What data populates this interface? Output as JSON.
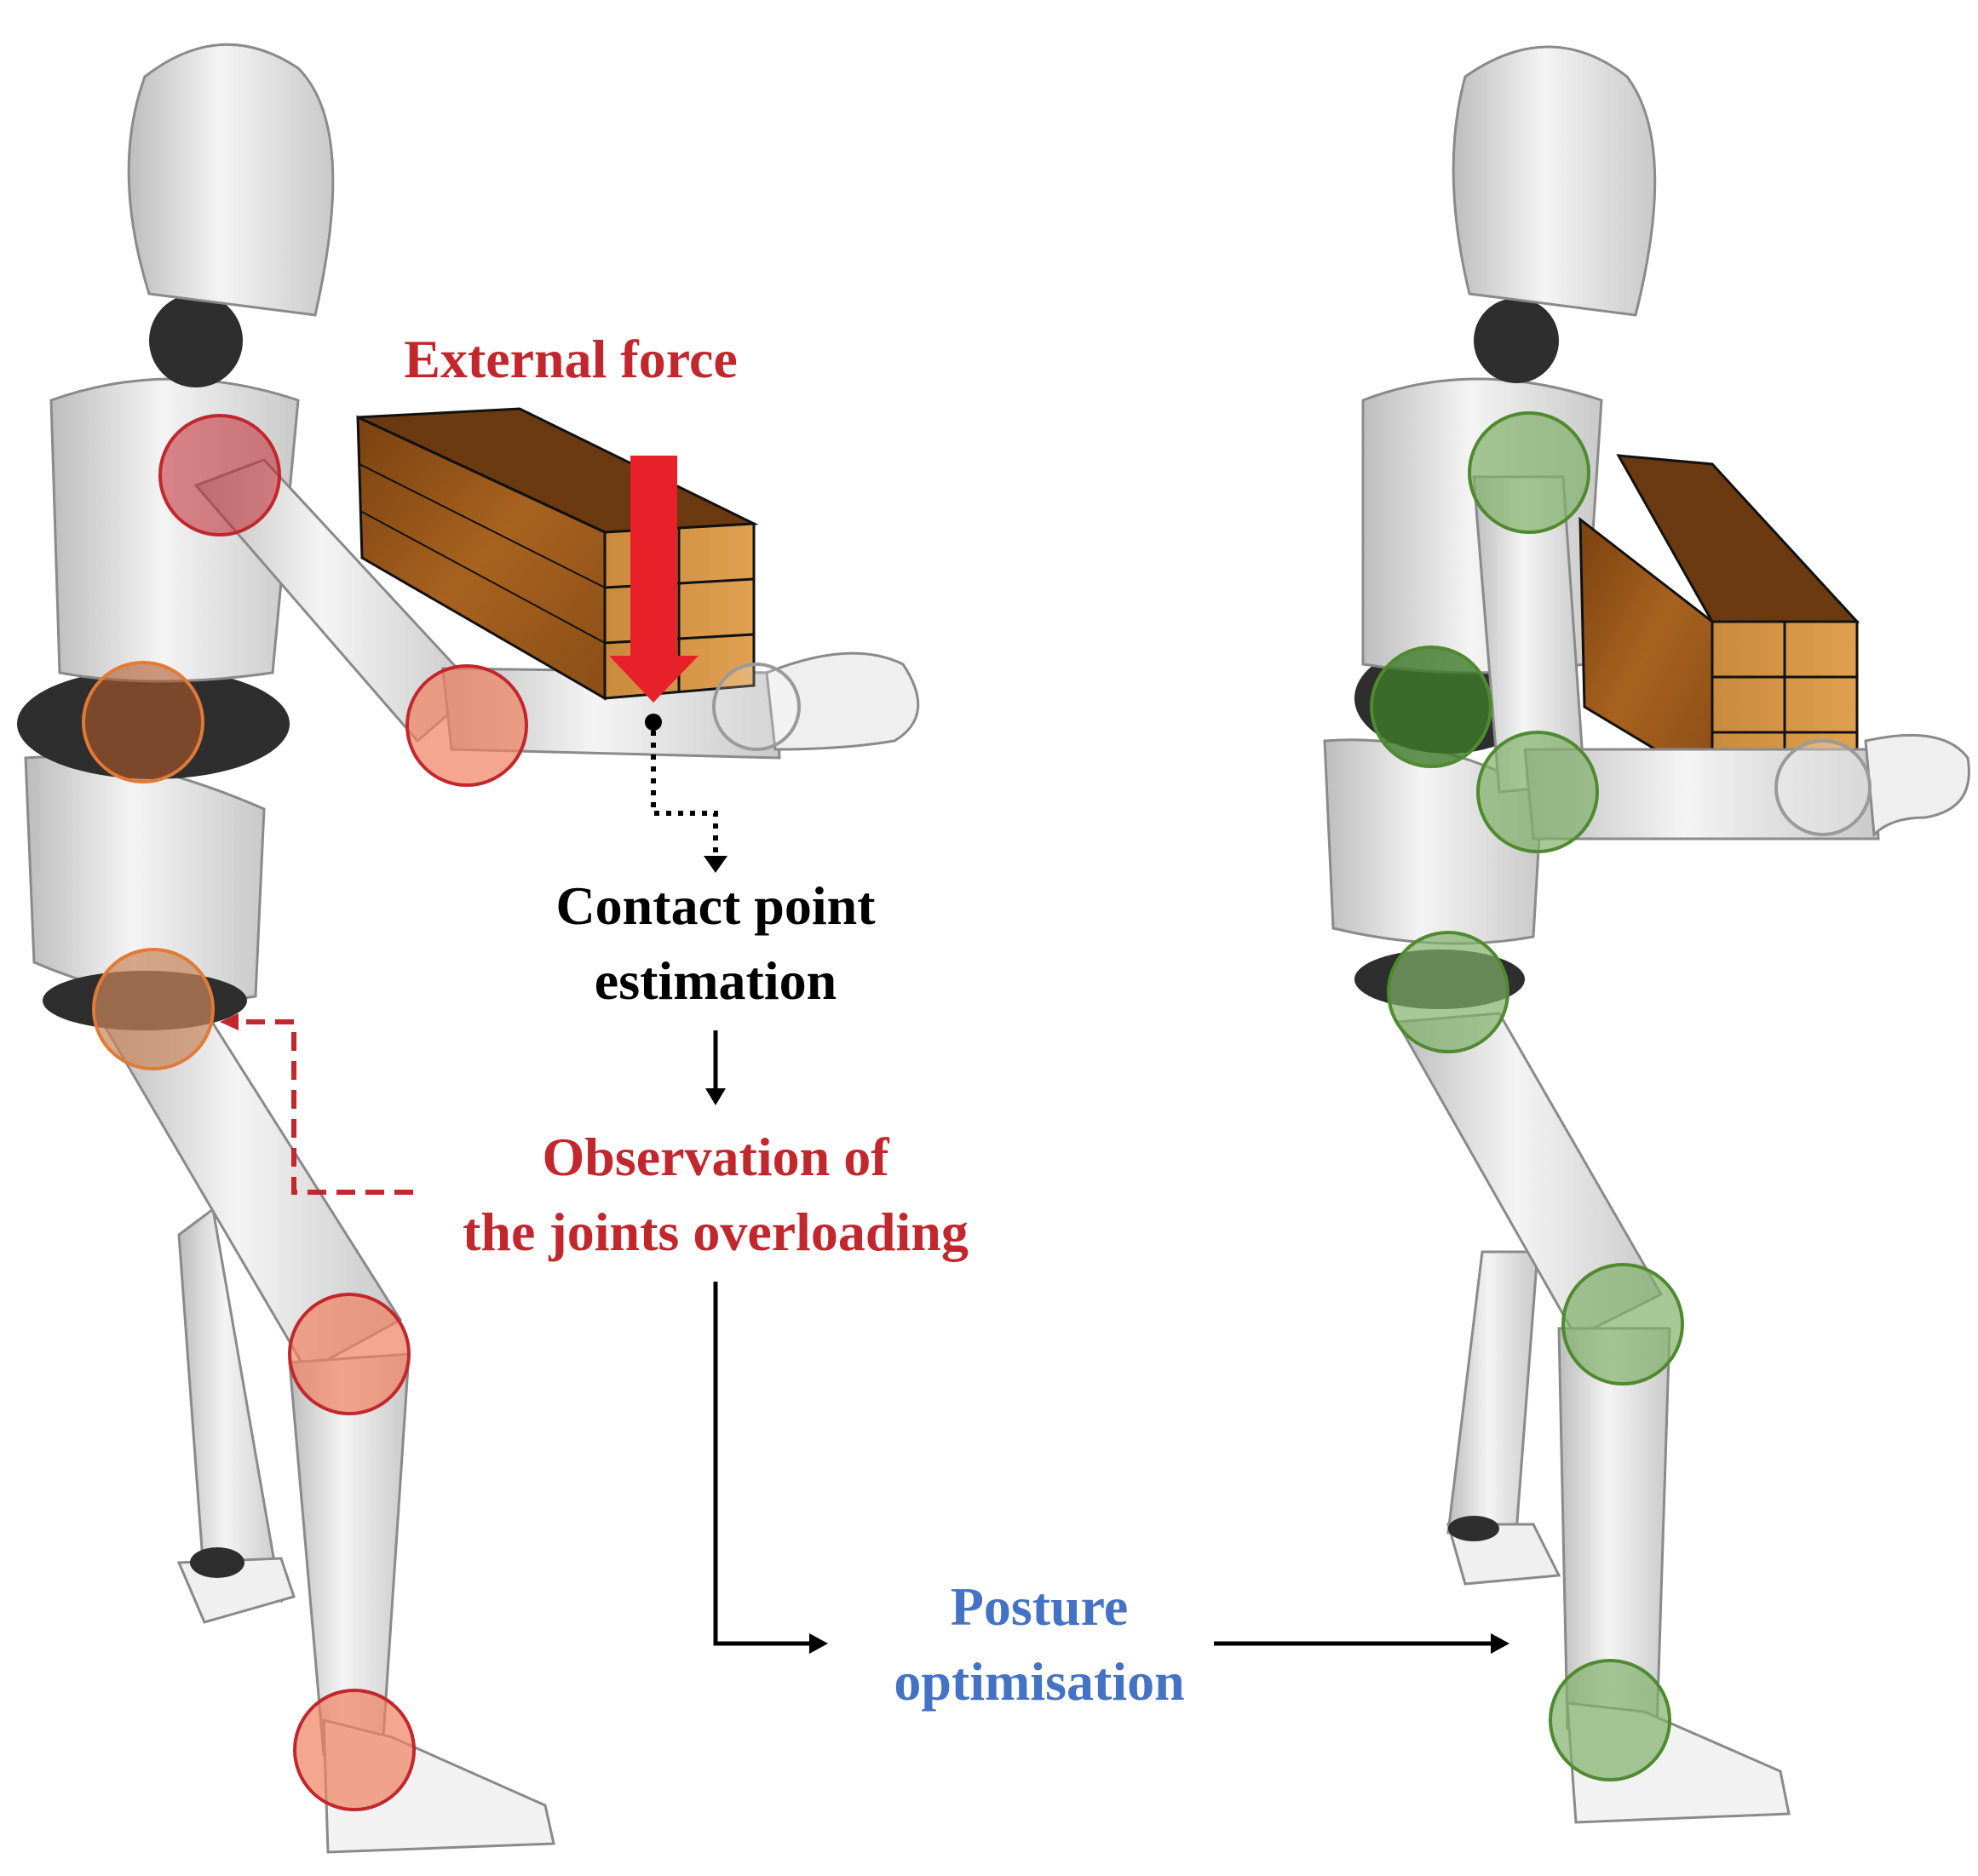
{
  "labels": {
    "external_force": "External force",
    "contact_line1": "Contact point",
    "contact_line2": "estimation",
    "observation_line1": "Observation of",
    "observation_line2": "the joints overloading",
    "posture_line1": "Posture",
    "posture_line2": "optimisation"
  },
  "colors": {
    "overload_red": "#c1272d",
    "optimised_blue": "#4472c4",
    "text_black": "#000000",
    "force_arrow": "#e8202a",
    "joint_red_fill": "#f08060",
    "joint_orange_fill": "#c8845a",
    "joint_green_fill": "#7fb069",
    "joint_grey_stroke": "#9a9a9a",
    "box_wood": "#b06a28",
    "mannequin": "#e6e6e6",
    "mannequin_dark": "#2e2e2e"
  },
  "figures": {
    "left": {
      "state": "overloaded",
      "joint_states": [
        "red",
        "orange",
        "red",
        "orange",
        "red",
        "red",
        "neutral"
      ]
    },
    "right": {
      "state": "optimised",
      "joint_states": [
        "green",
        "green",
        "green",
        "green",
        "green",
        "green",
        "neutral"
      ]
    }
  },
  "icons": [
    "mannequin-left-icon",
    "mannequin-right-icon",
    "wooden-box-icon",
    "force-arrow-icon"
  ]
}
